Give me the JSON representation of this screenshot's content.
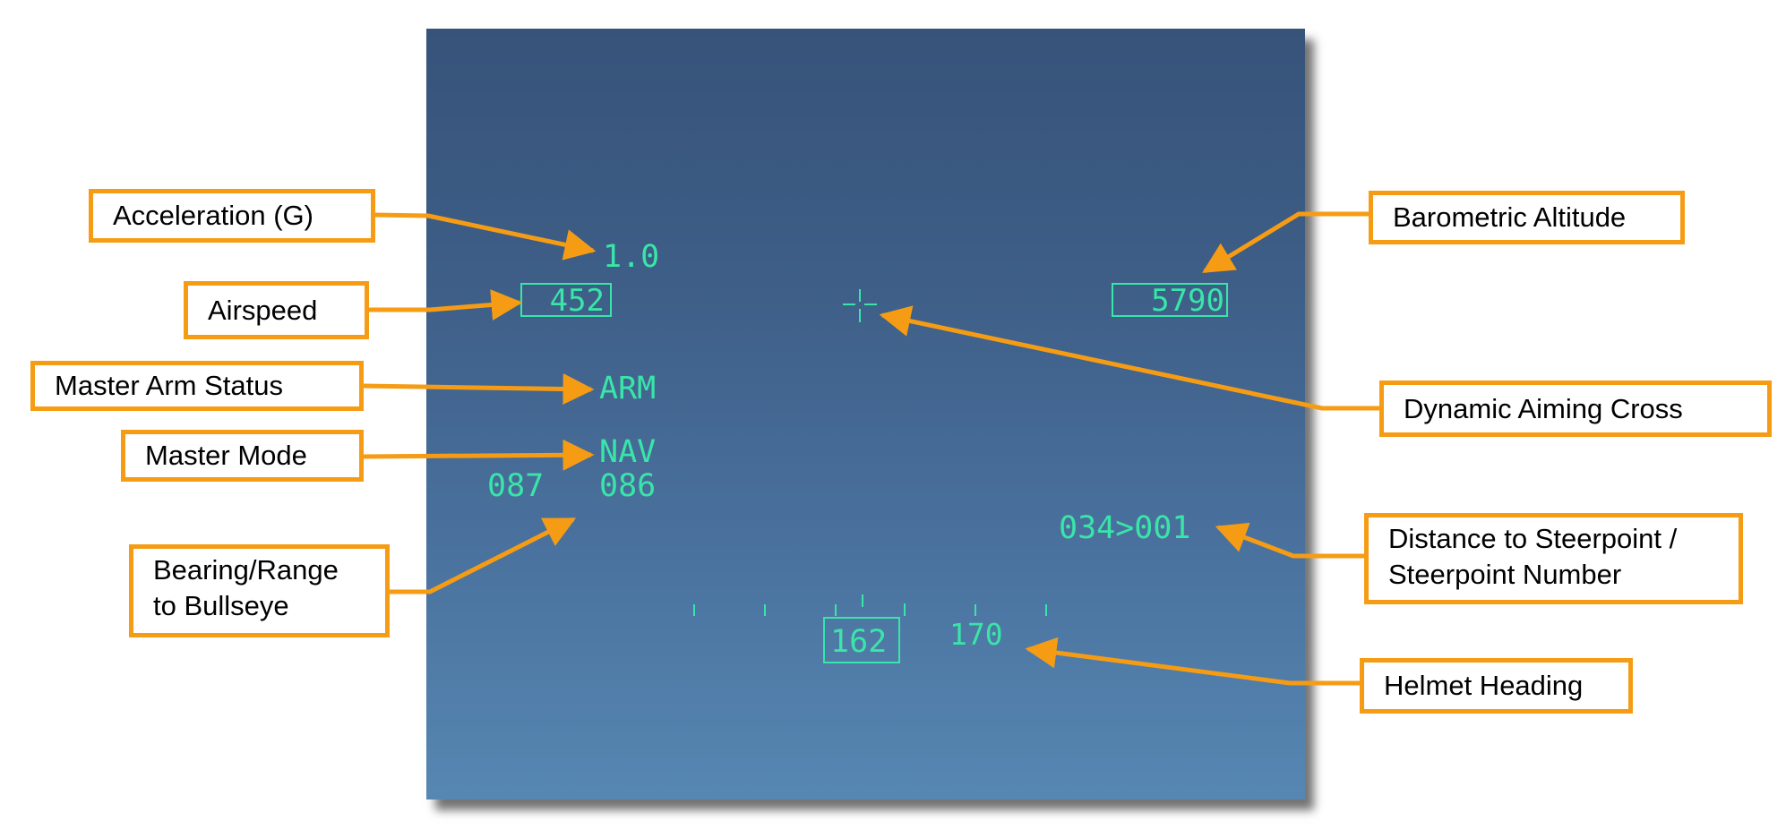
{
  "hud": {
    "g_load": "1.0",
    "airspeed": "452",
    "altitude": "5790",
    "master_arm": "ARM",
    "master_mode": "NAV",
    "bullseye_bearing": "087",
    "bullseye_range": "086",
    "steerpoint": "034>001",
    "heading_current": "162",
    "heading_tick_label": "170"
  },
  "labels": {
    "acceleration": "Acceleration (G)",
    "airspeed": "Airspeed",
    "master_arm": "Master Arm Status",
    "master_mode": "Master Mode",
    "bullseye_line1": "Bearing/Range",
    "bullseye_line2": "to Bullseye",
    "altitude": "Barometric Altitude",
    "aiming_cross": "Dynamic Aiming Cross",
    "steerpoint_line1": "Distance to Steerpoint /",
    "steerpoint_line2": "Steerpoint Number",
    "heading": "Helmet Heading"
  },
  "colors": {
    "hud_symbology": "#39e5a8",
    "callout_border": "#f59c14",
    "arrow": "#f59c14",
    "sky_top": "#37537a",
    "sky_bottom": "#5687b2"
  }
}
